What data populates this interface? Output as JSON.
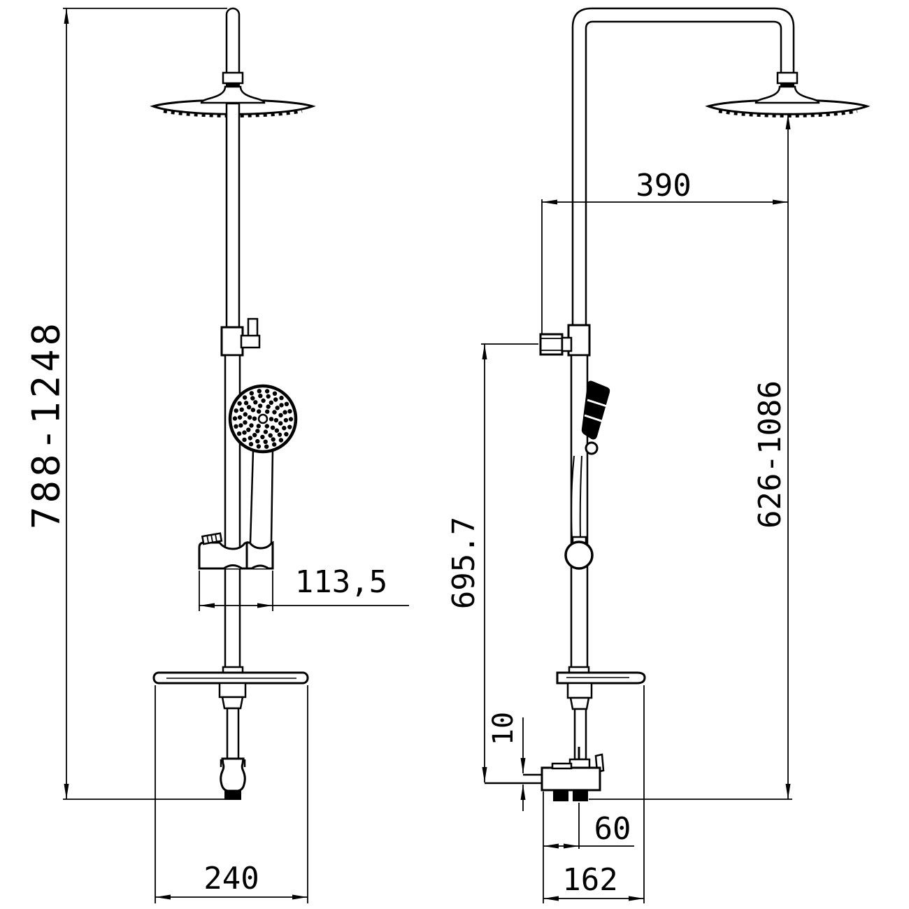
{
  "page": {
    "background": "#ffffff"
  },
  "drawing": {
    "type": "technical-drawing",
    "subject": "shower-column-two-views",
    "line_color": "#000000",
    "fill_color": "#ffffff",
    "dimensions": {
      "total_height": {
        "label": "788-1248",
        "orientation": "vertical",
        "view": "front"
      },
      "bracket_width": {
        "label": "113,5",
        "orientation": "horizontal",
        "view": "front"
      },
      "shelf_width": {
        "label": "240",
        "orientation": "horizontal",
        "view": "front"
      },
      "arm_reach": {
        "label": "390",
        "orientation": "horizontal",
        "view": "side"
      },
      "head_to_outlet": {
        "label": "626-1086",
        "orientation": "vertical",
        "view": "side"
      },
      "diverter_to_supply": {
        "label": "695.7",
        "orientation": "vertical",
        "view": "side"
      },
      "supply_offset": {
        "label": "10",
        "orientation": "vertical",
        "view": "side"
      },
      "outlet_offset": {
        "label": "60",
        "orientation": "horizontal",
        "view": "side"
      },
      "valve_width": {
        "label": "162",
        "orientation": "horizontal",
        "view": "side"
      }
    }
  }
}
